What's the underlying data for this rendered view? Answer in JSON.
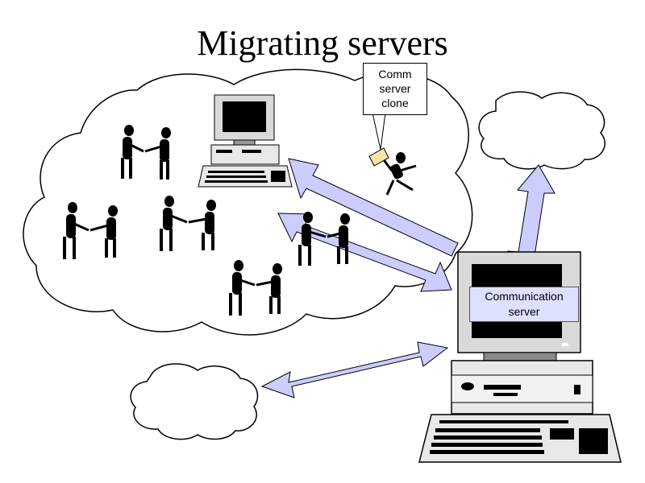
{
  "title": "Migrating servers",
  "callout": {
    "lines": [
      "Comm",
      "server",
      "clone"
    ]
  },
  "server_label": {
    "lines": [
      "Communication",
      "server"
    ]
  },
  "colors": {
    "arrow_fill": "#ccccff",
    "label_bg": "#dde0ff",
    "cloud_stroke": "#000000",
    "screen": "#000000",
    "monitor_body": "#d9d9d9"
  }
}
